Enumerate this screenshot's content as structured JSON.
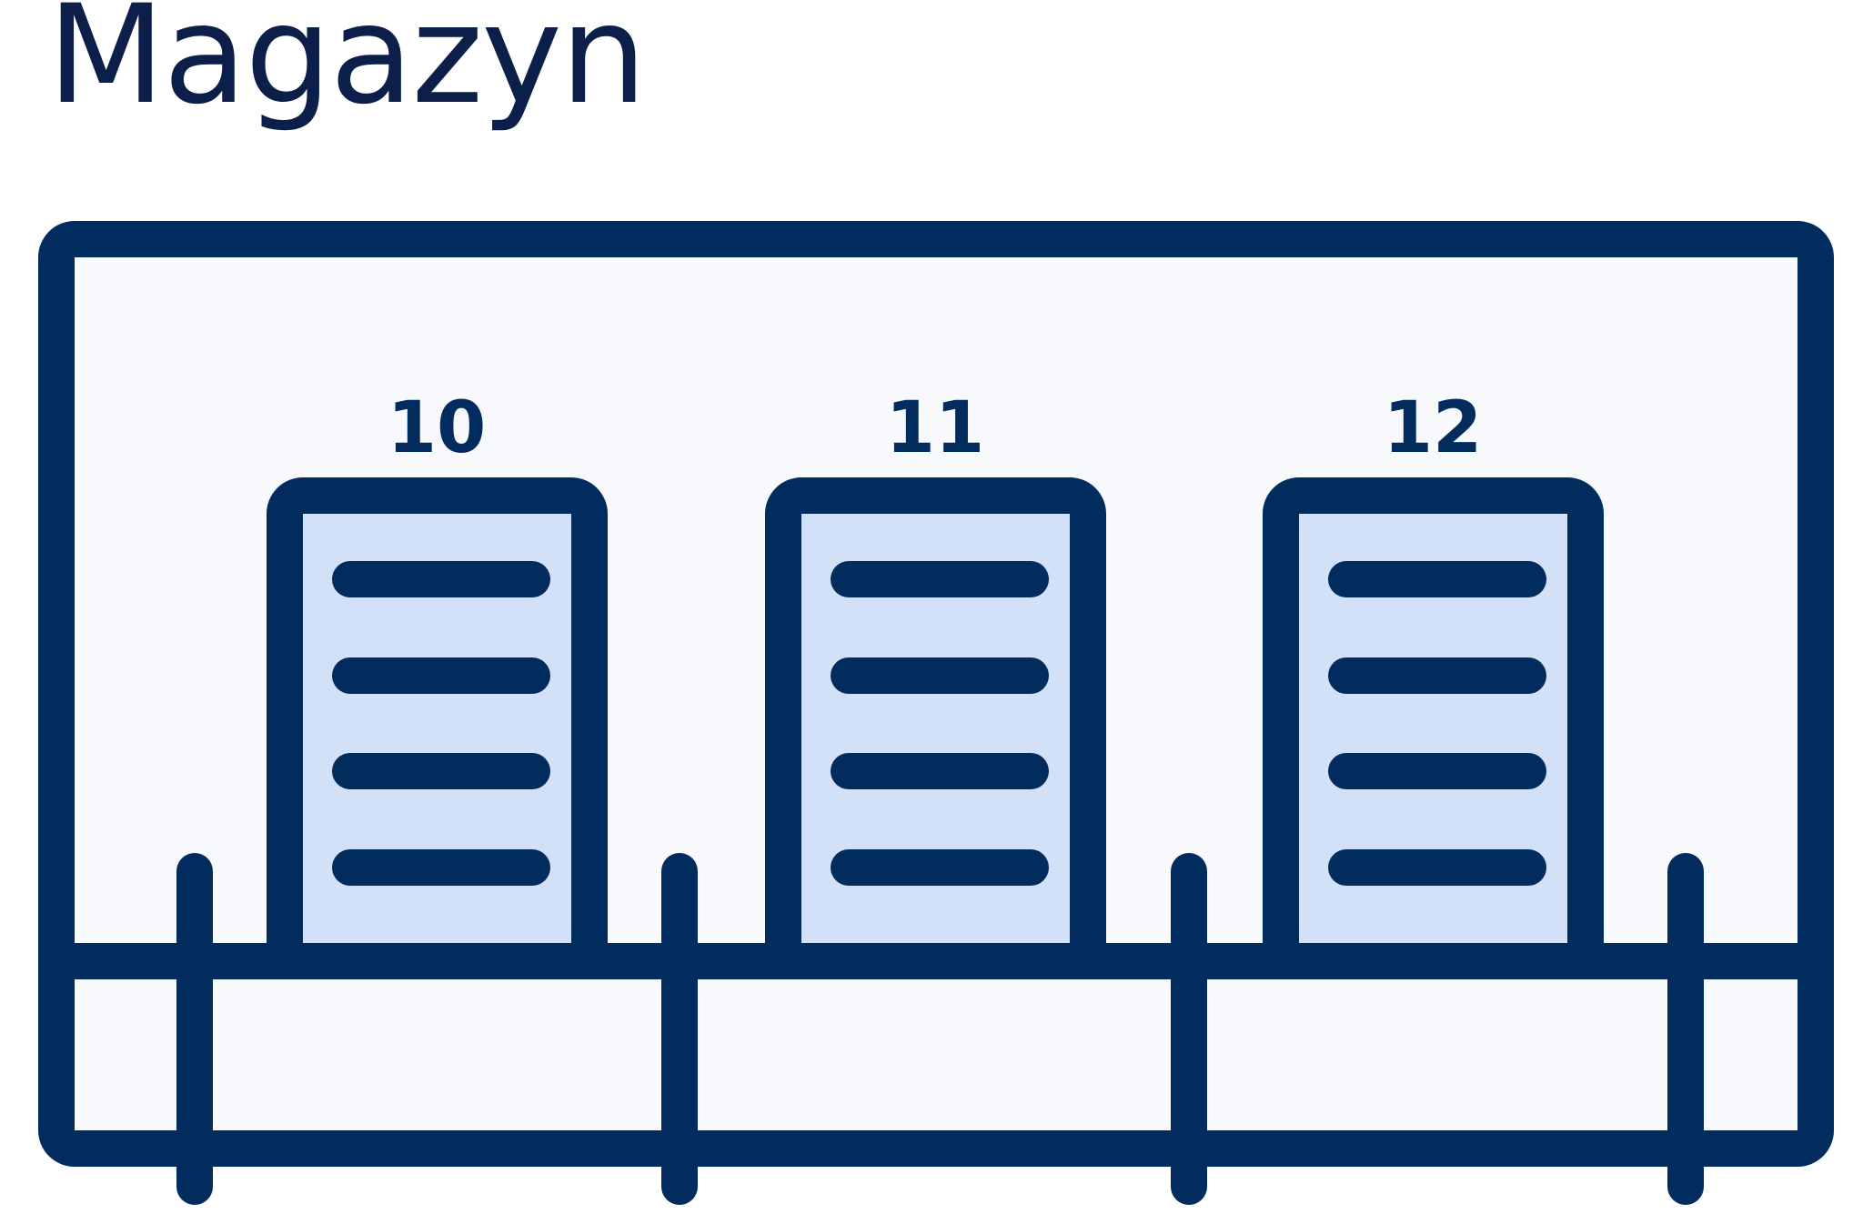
{
  "title": "Magazyn",
  "colors": {
    "outline": "#022c5e",
    "panel_fill": "#f8f9fc",
    "document_fill": "#d3e1f8",
    "title_text": "#0b1f4a",
    "page_background": "#ffffff"
  },
  "documents": [
    {
      "number": "10",
      "icon": "document-icon"
    },
    {
      "number": "11",
      "icon": "document-icon"
    },
    {
      "number": "12",
      "icon": "document-icon"
    }
  ],
  "posts": {
    "count": 4
  }
}
